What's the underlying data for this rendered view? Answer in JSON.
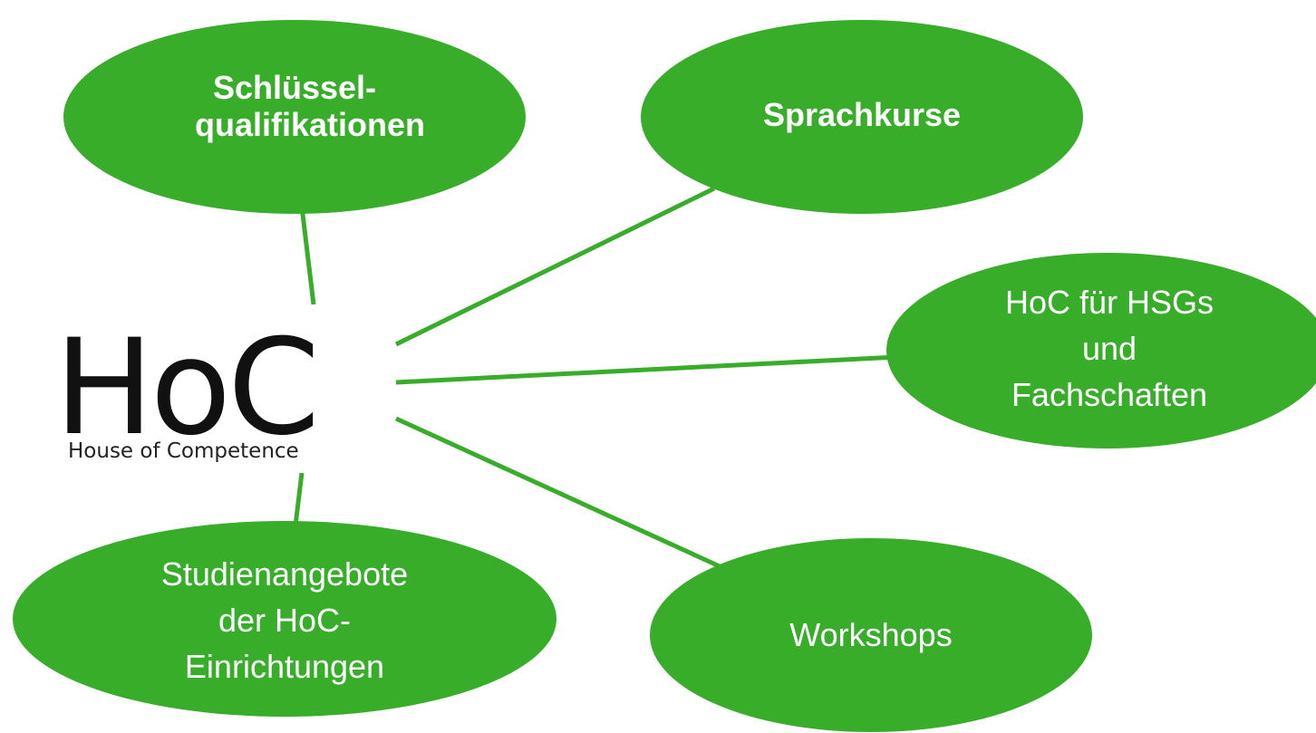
{
  "logo": {
    "main": "HoC",
    "tagline": "House of Competence"
  },
  "nodes": {
    "schluessel": {
      "lines": [
        "Schlüssel-",
        "qualifikationen"
      ]
    },
    "sprachkurse": {
      "lines": [
        "Sprachkurse"
      ]
    },
    "hsg": {
      "lines": [
        "HoC für HSGs",
        "und",
        "Fachschaften"
      ]
    },
    "workshops": {
      "lines": [
        "Workshops"
      ]
    },
    "studien": {
      "lines": [
        "Studienangebote",
        "der HoC-",
        "Einrichtungen"
      ]
    }
  },
  "colors": {
    "node_fill": "#37ad2a",
    "connector": "#37ad2a",
    "node_text": "#ffffff",
    "logo_text": "#111111"
  }
}
